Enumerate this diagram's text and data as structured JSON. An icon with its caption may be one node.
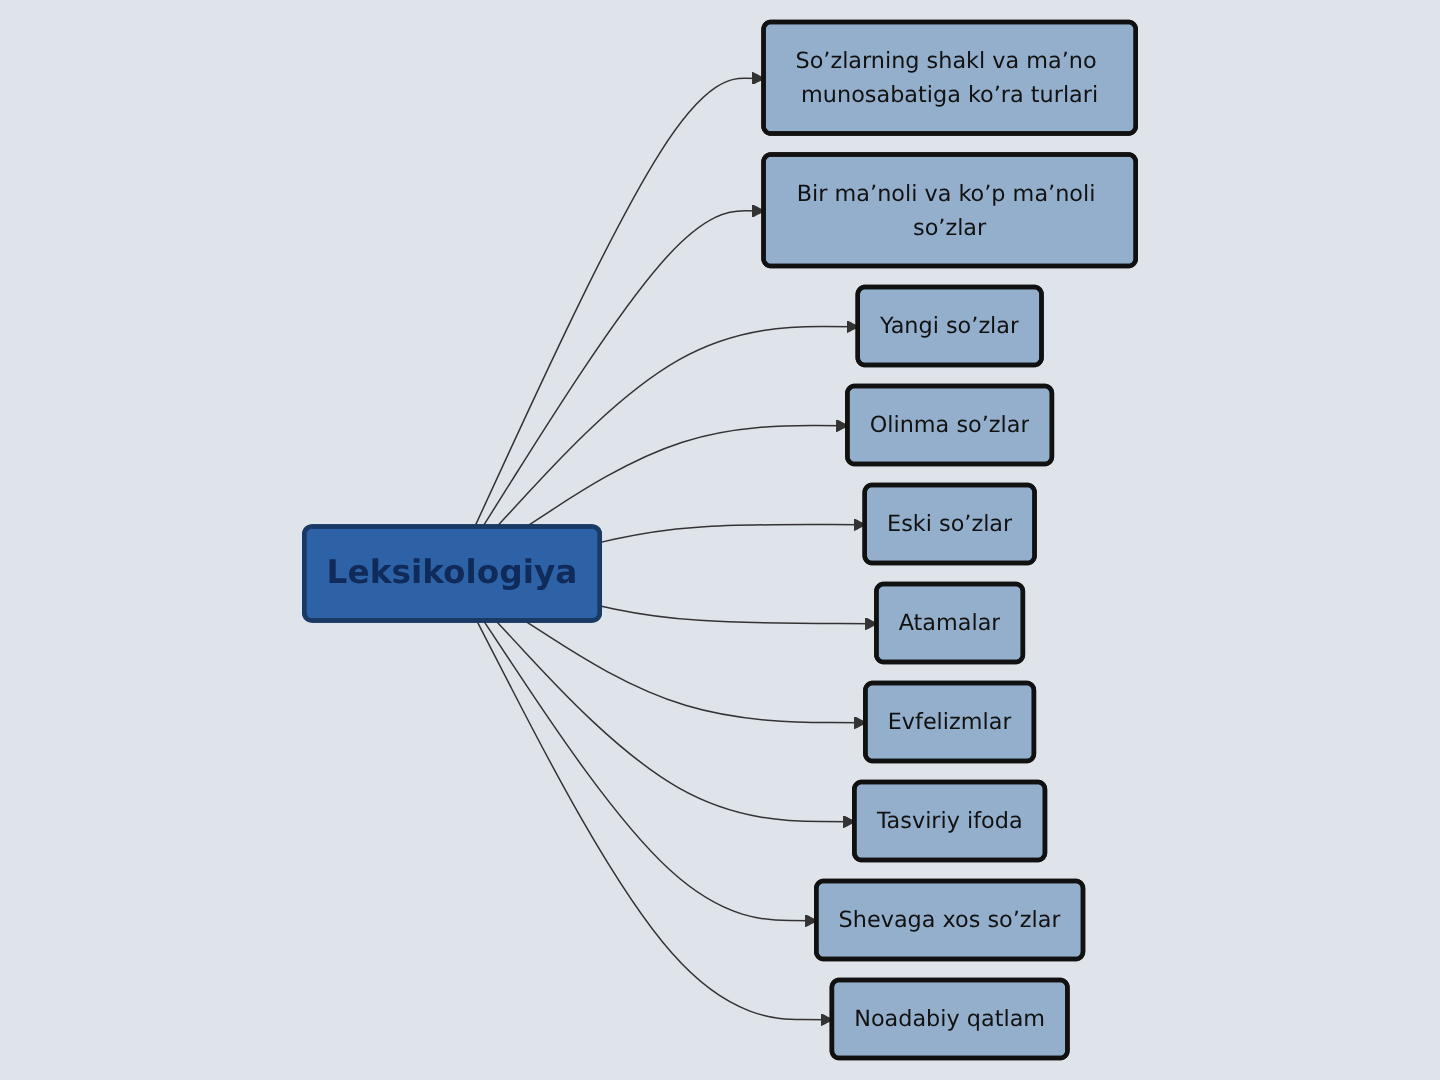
{
  "diagram": {
    "nodes": [
      {
        "text": [
          "So’zlarning shakl va ma’no munosabatiga ko’ra turlari"
        ]
      },
      {
        "text": [
          "Bir ma’noli va ko’p ma’noli so’zlar"
        ]
      },
      {
        "text": [
          "Yangi so’zlar"
        ]
      },
      {
        "text": [
          "Olinma so’zlar"
        ]
      },
      {
        "text": [
          "Leksikologiya"
        ]
      },
      {
        "text": [
          "Eski so’zlar"
        ]
      },
      {
        "text": [
          "Atamalar"
        ]
      },
      {
        "text": [
          "Evfelizmlar"
        ]
      },
      {
        "text": [
          "Tasviriy ifoda"
        ]
      },
      {
        "text": [
          "Shevaga xos so’zlar"
        ]
      },
      {
        "text": [
          "Noadabiy qatlam"
        ]
      }
    ],
    "edges": [
      {
        "from": 4,
        "to": 0,
        "arrow": "to"
      },
      {
        "from": 4,
        "to": 1,
        "arrow": "to"
      },
      {
        "from": 4,
        "to": 2,
        "arrow": "to"
      },
      {
        "from": 4,
        "to": 3,
        "arrow": "to"
      },
      {
        "from": 4,
        "to": 5,
        "arrow": "to"
      },
      {
        "from": 4,
        "to": 6,
        "arrow": "to"
      },
      {
        "from": 4,
        "to": 7,
        "arrow": "to"
      },
      {
        "from": 4,
        "to": 8,
        "arrow": "to"
      },
      {
        "from": 4,
        "to": 9,
        "arrow": "to"
      },
      {
        "from": 4,
        "to": 10,
        "arrow": "to"
      }
    ]
  }
}
